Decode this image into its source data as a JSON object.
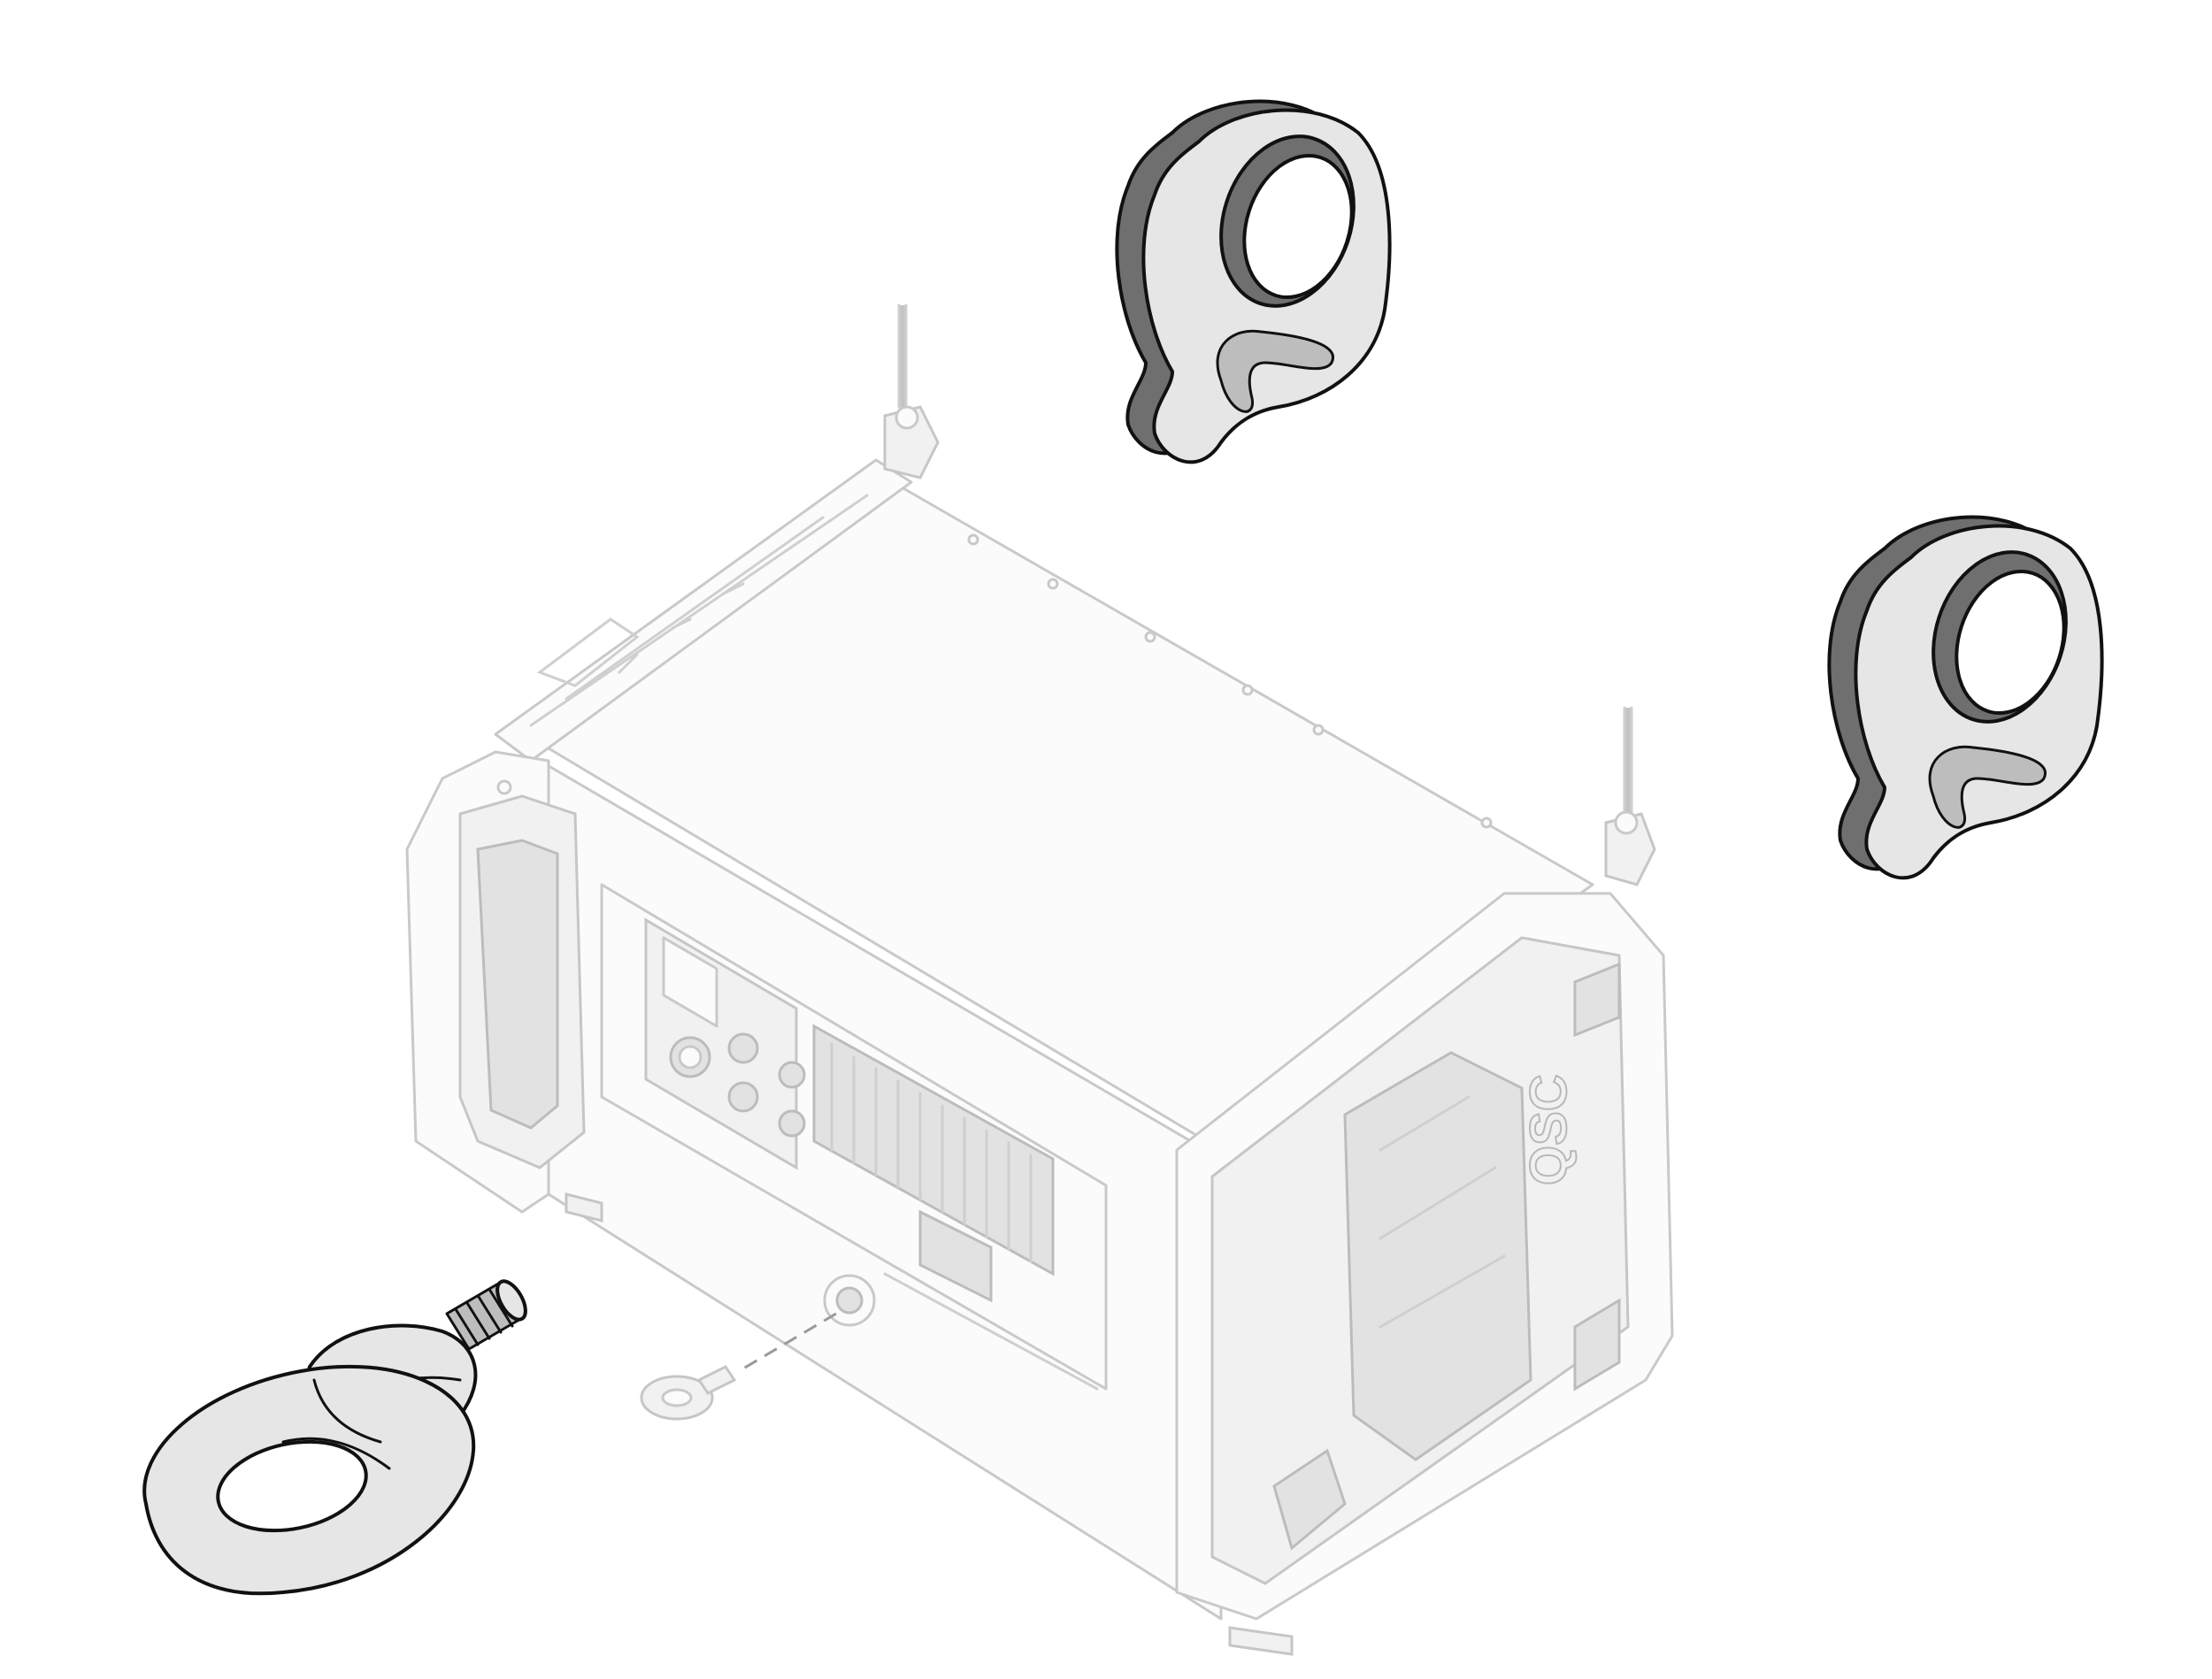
{
  "figure": {
    "brand_mark": "QSC",
    "highlighted_parts": [
      "lifting-hook",
      "lifting-hook",
      "eye-bolt"
    ],
    "colors": {
      "part_fill": "#e6e6e6",
      "part_outline": "#111111",
      "ghost_outline": "#c9c9c9",
      "background": "#ffffff"
    }
  }
}
